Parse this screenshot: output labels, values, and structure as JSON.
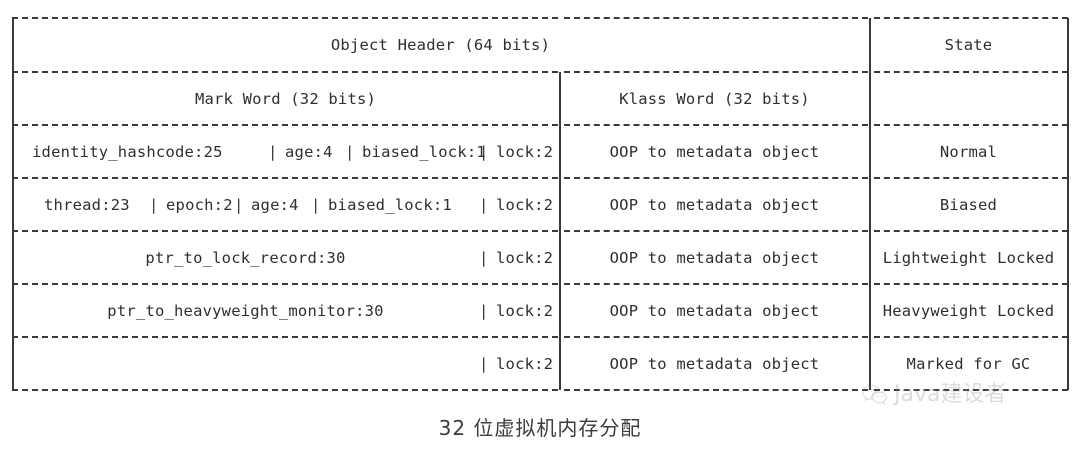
{
  "diagram": {
    "type": "ascii-table",
    "caption": "32 位虚拟机内存分配",
    "columns": [
      {
        "id": "object_header",
        "label": "Object Header (64 bits)",
        "span": 2
      },
      {
        "id": "state",
        "label": "State",
        "span": 1
      }
    ],
    "subcolumns": [
      {
        "id": "mark_word",
        "label": "Mark Word (32 bits)"
      },
      {
        "id": "klass_word",
        "label": "Klass Word (32 bits)"
      },
      {
        "id": "state_blank",
        "label": ""
      }
    ],
    "rows": [
      {
        "id": "normal",
        "mark_word_fields": [
          "identity_hashcode:25",
          "age:4",
          "biased_lock:1",
          "lock:2"
        ],
        "klass_word": "OOP to metadata object",
        "state": "Normal"
      },
      {
        "id": "biased",
        "mark_word_fields": [
          "thread:23",
          "epoch:2",
          "age:4",
          "biased_lock:1",
          "lock:2"
        ],
        "klass_word": "OOP to metadata object",
        "state": "Biased"
      },
      {
        "id": "lightweight_locked",
        "mark_word_fields": [
          "ptr_to_lock_record:30",
          "lock:2"
        ],
        "klass_word": "OOP to metadata object",
        "state": "Lightweight Locked"
      },
      {
        "id": "heavyweight_locked",
        "mark_word_fields": [
          "ptr_to_heavyweight_monitor:30",
          "lock:2"
        ],
        "klass_word": "OOP to metadata object",
        "state": "Heavyweight Locked"
      },
      {
        "id": "marked_for_gc",
        "mark_word_fields": [
          "",
          "lock:2"
        ],
        "klass_word": "OOP to metadata object",
        "state": "Marked for GC"
      }
    ]
  },
  "cells": {
    "object_header": "Object Header (64 bits)",
    "state_header": "State",
    "mark_word": "Mark Word (32 bits)",
    "klass_word": "Klass Word (32 bits)",
    "state_blank": "",
    "r1_identity": "identity_hashcode:25",
    "r1_age": "age:4",
    "r1_biased": "biased_lock:1",
    "r1_lock": "lock:2",
    "r1_klass": "OOP to metadata object",
    "r1_state": "Normal",
    "r2_thread": "thread:23",
    "r2_epoch": "epoch:2",
    "r2_age": "age:4",
    "r2_biased": "biased_lock:1",
    "r2_lock": "lock:2",
    "r2_klass": "OOP to metadata object",
    "r2_state": "Biased",
    "r3_ptr": "ptr_to_lock_record:30",
    "r3_lock": "lock:2",
    "r3_klass": "OOP to metadata object",
    "r3_state": "Lightweight Locked",
    "r4_ptr": "ptr_to_heavyweight_monitor:30",
    "r4_lock": "lock:2",
    "r4_klass": "OOP to metadata object",
    "r4_state": "Heavyweight Locked",
    "r5_empty": "",
    "r5_lock": "lock:2",
    "r5_klass": "OOP to metadata object",
    "r5_state": "Marked for GC"
  },
  "glyphs": {
    "pipe": "|"
  },
  "watermark": {
    "text": "Java建设者",
    "icon": "wechat-icon"
  },
  "colors": {
    "background": "#ffffff",
    "rule": "#3a3a3a",
    "text": "#2f2f2f",
    "caption": "#3c3c3c",
    "watermark": "#8d8d8d"
  }
}
